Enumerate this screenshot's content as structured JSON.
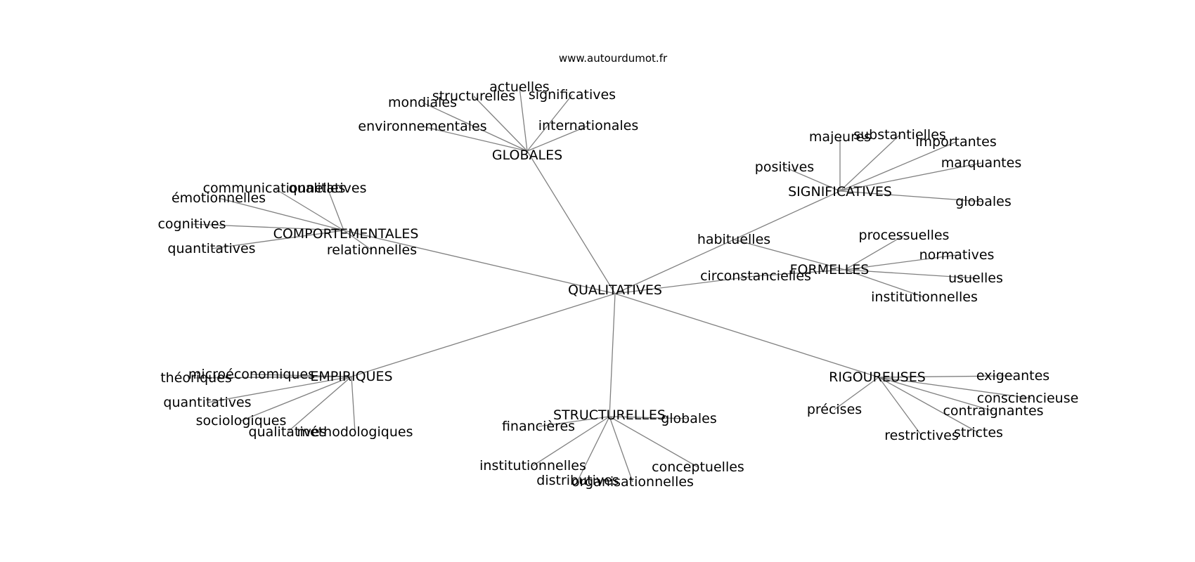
{
  "site_label": "www.autourdumot.fr",
  "nodes": {
    "root": "QUALITATIVES",
    "globales_hub": "GLOBALES",
    "comportementales_hub": "COMPORTEMENTALES",
    "significatives_hub": "SIGNIFICATIVES",
    "formelles_hub": "FORMELLES",
    "empiriques_hub": "EMPIRIQUES",
    "structurelles_hub": "STRUCTURELLES",
    "rigoureuses_hub": "RIGOUREUSES",
    "habituelles": "habituelles",
    "circonstancielles": "circonstancielles",
    "g_actuelles": "actuelles",
    "g_structurelles": "structurelles",
    "g_significatives": "significatives",
    "g_mondiales": "mondiales",
    "g_environnementales": "environnementales",
    "g_internationales": "internationales",
    "c_communicationnelles": "communicationnelles",
    "c_qualitatives": "qualitatives",
    "c_emotionnelles": "émotionnelles",
    "c_cognitives": "cognitives",
    "c_quantitatives": "quantitatives",
    "c_relationnelles": "relationnelles",
    "s_majeures": "majeures",
    "s_substantielles": "substantielles",
    "s_importantes": "importantes",
    "s_marquantes": "marquantes",
    "s_positives": "positives",
    "s_globales": "globales",
    "f_processuelles": "processuelles",
    "f_normatives": "normatives",
    "f_usuelles": "usuelles",
    "f_institutionnelles": "institutionnelles",
    "e_theoriques": "théoriques",
    "e_microeconomiques": "microéconomiques",
    "e_quantitatives": "quantitatives",
    "e_sociologiques": "sociologiques",
    "e_qualitatives": "qualitatives",
    "e_methodologiques": "méthodologiques",
    "st_financieres": "financières",
    "st_globales": "globales",
    "st_institutionnelles": "institutionnelles",
    "st_distributives": "distributives",
    "st_organisationnelles": "organisationnelles",
    "st_conceptuelles": "conceptuelles",
    "r_exigeantes": "exigeantes",
    "r_consciencieuses": "consciencieuses",
    "r_contraignantes": "contraignantes",
    "r_strictes": "strictes",
    "r_restrictives": "restrictives",
    "r_precises": "précises"
  }
}
